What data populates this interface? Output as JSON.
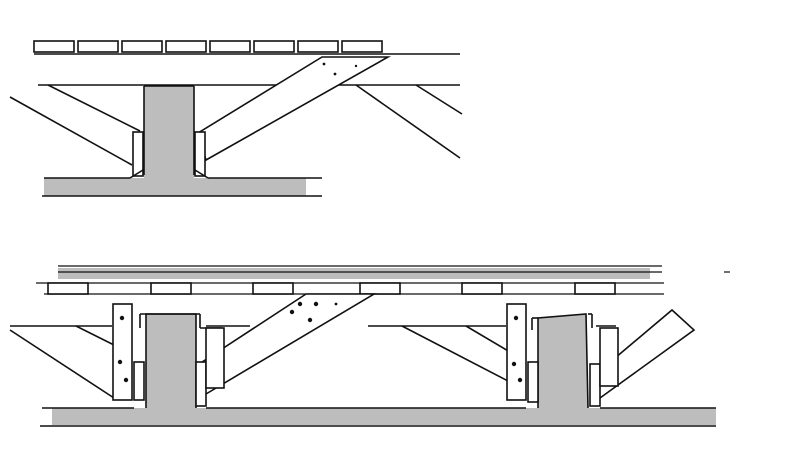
{
  "figure": {
    "panels": [
      {
        "id": "top-detail",
        "slats": 8
      },
      {
        "id": "bottom-detail",
        "slats": 6
      }
    ],
    "colors": {
      "line": "#111111",
      "member_fill": "#bdbdbd",
      "background": "#ffffff"
    }
  }
}
